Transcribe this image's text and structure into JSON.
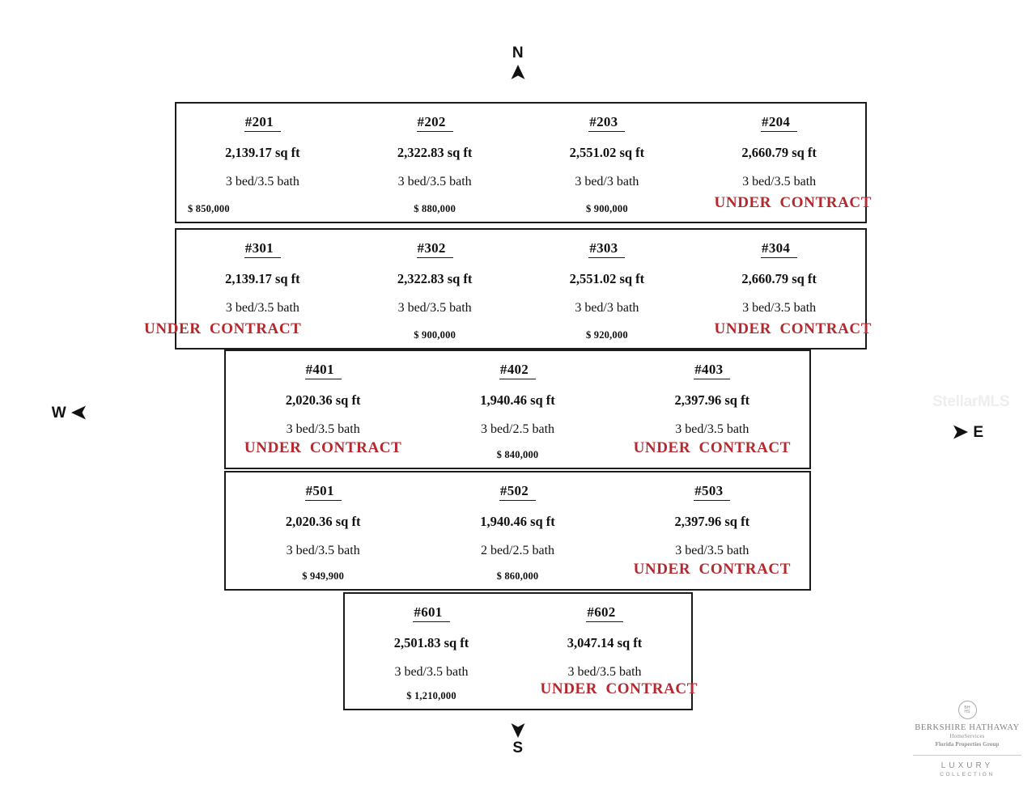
{
  "compass": {
    "north": "N",
    "south": "S",
    "west": "W",
    "east": "E"
  },
  "watermark": "StellarMLS",
  "status_color": "#b4282e",
  "status_label": "UNDER  CONTRACT",
  "floors": [
    {
      "name": "floor-2",
      "units": [
        {
          "id": "#201",
          "size": "2,139.17 sq ft",
          "beds": "3 bed/3.5 bath",
          "price": "$ 850,000",
          "status": ""
        },
        {
          "id": "#202",
          "size": "2,322.83 sq ft",
          "beds": "3 bed/3.5 bath",
          "price": "$ 880,000",
          "status": ""
        },
        {
          "id": "#203",
          "size": "2,551.02 sq ft",
          "beds": "3 bed/3 bath",
          "price": "$ 900,000",
          "status": ""
        },
        {
          "id": "#204",
          "size": "2,660.79 sq ft",
          "beds": "3 bed/3.5 bath",
          "price": "",
          "status": "UNDER  CONTRACT"
        }
      ]
    },
    {
      "name": "floor-3",
      "units": [
        {
          "id": "#301",
          "size": "2,139.17 sq ft",
          "beds": "3 bed/3.5 bath",
          "price": "",
          "status": "UNDER  CONTRACT"
        },
        {
          "id": "#302",
          "size": "2,322.83 sq ft",
          "beds": "3 bed/3.5 bath",
          "price": "$ 900,000",
          "status": ""
        },
        {
          "id": "#303",
          "size": "2,551.02 sq ft",
          "beds": "3 bed/3 bath",
          "price": "$ 920,000",
          "status": ""
        },
        {
          "id": "#304",
          "size": "2,660.79 sq ft",
          "beds": "3 bed/3.5 bath",
          "price": "",
          "status": "UNDER  CONTRACT"
        }
      ]
    },
    {
      "name": "floor-4",
      "units": [
        {
          "id": "#401",
          "size": "2,020.36 sq ft",
          "beds": "3 bed/3.5 bath",
          "price": "",
          "status": "UNDER  CONTRACT"
        },
        {
          "id": "#402",
          "size": "1,940.46 sq ft",
          "beds": "3 bed/2.5 bath",
          "price": "$ 840,000",
          "status": ""
        },
        {
          "id": "#403",
          "size": "2,397.96 sq ft",
          "beds": "3 bed/3.5 bath",
          "price": "",
          "status": "UNDER  CONTRACT"
        }
      ]
    },
    {
      "name": "floor-5",
      "units": [
        {
          "id": "#501",
          "size": "2,020.36 sq ft",
          "beds": "3 bed/3.5 bath",
          "price": "$ 949,900",
          "status": ""
        },
        {
          "id": "#502",
          "size": "1,940.46 sq ft",
          "beds": "2 bed/2.5 bath",
          "price": "$ 860,000",
          "status": ""
        },
        {
          "id": "#503",
          "size": "2,397.96 sq ft",
          "beds": "3 bed/3.5 bath",
          "price": "",
          "status": "UNDER  CONTRACT"
        }
      ]
    },
    {
      "name": "floor-6",
      "units": [
        {
          "id": "#601",
          "size": "2,501.83 sq ft",
          "beds": "3 bed/3.5 bath",
          "price": "$ 1,210,000",
          "status": ""
        },
        {
          "id": "#602",
          "size": "3,047.14 sq ft",
          "beds": "3 bed/3.5 bath",
          "price": "",
          "status": "UNDER  CONTRACT"
        }
      ]
    }
  ],
  "brand": {
    "seal_top": "BH",
    "seal_bottom": "HS",
    "name": "BERKSHIRE HATHAWAY",
    "sub": "HomeServices",
    "region": "Florida Properties Group",
    "luxury": "LUXURY",
    "collection": "COLLECTION"
  }
}
